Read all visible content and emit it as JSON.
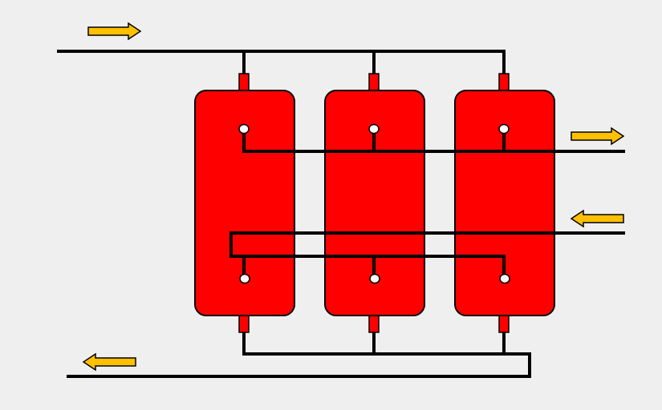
{
  "colors": {
    "background": "#efefef",
    "vessel_fill": "#ff0000",
    "line": "#000000",
    "arrow_fill": "#ffc000",
    "port_fill": "#ffffff"
  },
  "vessels": [
    {
      "id": "vessel-1"
    },
    {
      "id": "vessel-2"
    },
    {
      "id": "vessel-3"
    }
  ],
  "flow_arrows": [
    {
      "id": "inlet-top-left",
      "direction": "right"
    },
    {
      "id": "outlet-upper-right",
      "direction": "right"
    },
    {
      "id": "inlet-middle-right",
      "direction": "left"
    },
    {
      "id": "outlet-bottom-left",
      "direction": "left"
    }
  ]
}
